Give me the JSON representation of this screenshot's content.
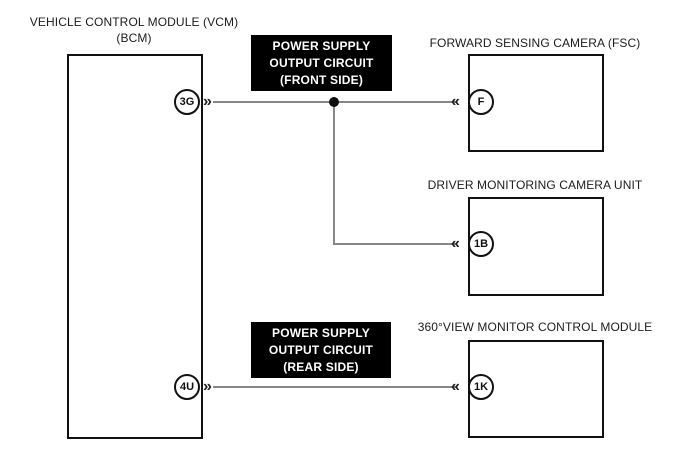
{
  "diagram": {
    "vcm": {
      "label_line1": "VEHICLE CONTROL MODULE (VCM)",
      "label_line2": "(BCM)",
      "connectors": {
        "front": {
          "pin": "3G"
        },
        "rear": {
          "pin": "4U"
        }
      }
    },
    "circuit_labels": {
      "front": {
        "line1": "POWER SUPPLY",
        "line2": "OUTPUT CIRCUIT",
        "line3": "(FRONT SIDE)"
      },
      "rear": {
        "line1": "POWER SUPPLY",
        "line2": "OUTPUT CIRCUIT",
        "line3": "(REAR SIDE)"
      }
    },
    "modules": {
      "fsc": {
        "label": "FORWARD SENSING CAMERA (FSC)",
        "pin": "F"
      },
      "dmcu": {
        "label": "DRIVER MONITORING CAMERA UNIT",
        "pin": "1B"
      },
      "svm": {
        "label": "360°VIEW MONITOR CONTROL MODULE",
        "pin": "1K"
      }
    },
    "symbols": {
      "chevron_out": "»",
      "chevron_in": "«"
    },
    "colors": {
      "background": "#ffffff",
      "outline": "#111111",
      "wire": "#868686",
      "circuit_label_bg": "#000000",
      "circuit_label_text": "#ffffff"
    }
  }
}
